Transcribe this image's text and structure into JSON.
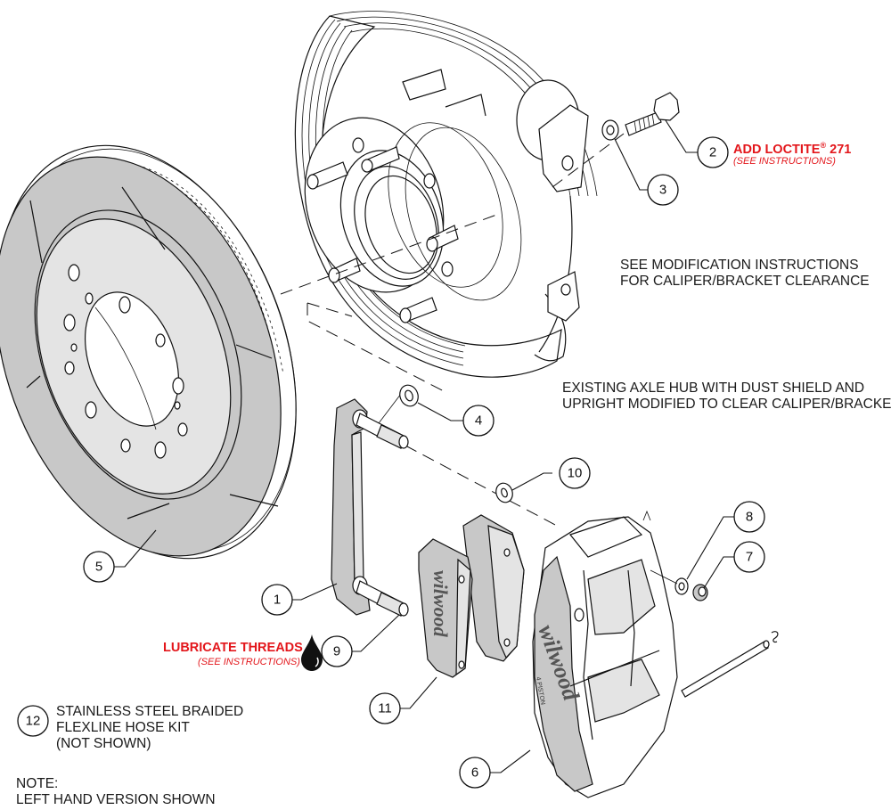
{
  "diagram": {
    "title": "Wilwood brake kit exploded assembly view",
    "colors": {
      "annotation_red": "#e3161b",
      "part_fill": "#c8c8c8",
      "line": "#111111"
    }
  },
  "callouts": [
    {
      "number": "1",
      "part": "caliper-mounting-bracket"
    },
    {
      "number": "2",
      "part": "bracket-bolt"
    },
    {
      "number": "3",
      "part": "bolt-washer"
    },
    {
      "number": "4",
      "part": "bracket-shim-washer"
    },
    {
      "number": "5",
      "part": "slotted-rotor"
    },
    {
      "number": "6",
      "part": "caliper"
    },
    {
      "number": "7",
      "part": "caliper-nut"
    },
    {
      "number": "8",
      "part": "caliper-washer"
    },
    {
      "number": "9",
      "part": "mounting-stud"
    },
    {
      "number": "10",
      "part": "caliper-shim-washer"
    },
    {
      "number": "11",
      "part": "brake-pads"
    },
    {
      "number": "12",
      "part": "flexline-hose-kit"
    }
  ],
  "annotations": {
    "loctite": {
      "title": "ADD LOCTITE",
      "reg": "®",
      "suffix": " 271",
      "sub": "(SEE INSTRUCTIONS)"
    },
    "lubricate": {
      "title": "LUBRICATE THREADS",
      "sub": "(SEE INSTRUCTIONS)"
    },
    "modification": {
      "line1": "SEE MODIFICATION INSTRUCTIONS",
      "line2": "FOR CALIPER/BRACKET CLEARANCE"
    },
    "existing_hub": {
      "line1": "EXISTING AXLE HUB WITH DUST SHIELD AND",
      "line2": "UPRIGHT MODIFIED TO CLEAR CALIPER/BRACKET"
    },
    "hose_kit": {
      "line1": "STAINLESS STEEL BRAIDED",
      "line2": "FLEXLINE HOSE KIT",
      "line3": "(NOT SHOWN)"
    },
    "note": {
      "line1": "NOTE:",
      "line2": "LEFT HAND VERSION SHOWN"
    }
  },
  "branding": {
    "pad_logo": "wilwood",
    "caliper_logo": "wilwood",
    "caliper_model": "4 PISTON"
  },
  "icons": {
    "oil_drop": "oil-drop-icon"
  }
}
